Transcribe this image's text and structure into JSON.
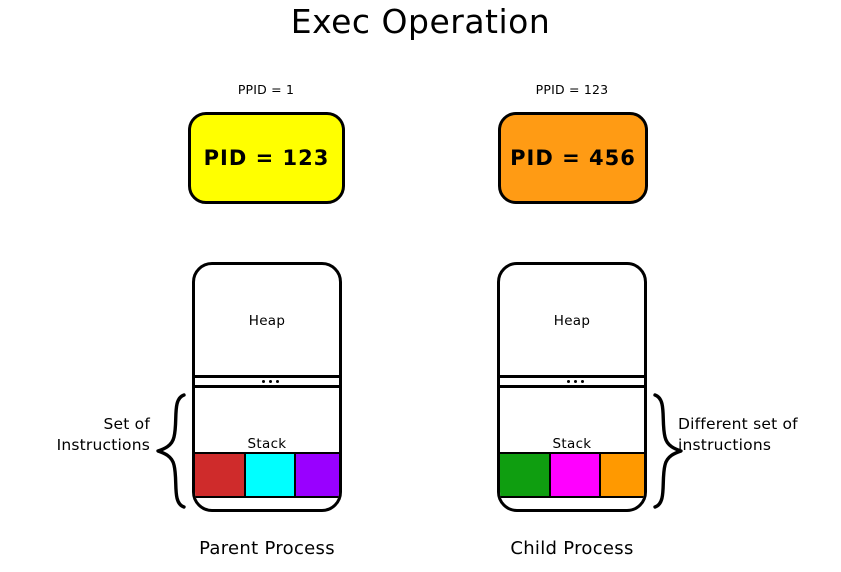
{
  "title": "Exec Operation",
  "colors": {
    "parent_pid_fill": "#ffff00",
    "child_pid_fill": "#ff9b14",
    "outline": "#000000",
    "background": "#ffffff"
  },
  "parent": {
    "ppid_label": "PPID = 1",
    "pid_label": "PID = 123",
    "heap_label": "Heap",
    "ellipsis": "...",
    "stack_label": "Stack",
    "caption": "Parent Process",
    "brace_caption_line1": "Set of",
    "brace_caption_line2": "Instructions",
    "instructions": [
      {
        "name": "instruction-block-1",
        "color": "#cf2b2b"
      },
      {
        "name": "instruction-block-2",
        "color": "#00ffff"
      },
      {
        "name": "instruction-block-3",
        "color": "#9900ff"
      }
    ]
  },
  "child": {
    "ppid_label": "PPID = 123",
    "pid_label": "PID = 456",
    "heap_label": "Heap",
    "ellipsis": "...",
    "stack_label": "Stack",
    "caption": "Child Process",
    "brace_caption_line1": "Different set of",
    "brace_caption_line2": "instructions",
    "instructions": [
      {
        "name": "instruction-block-1",
        "color": "#0f9e10"
      },
      {
        "name": "instruction-block-2",
        "color": "#ff00ff"
      },
      {
        "name": "instruction-block-3",
        "color": "#ff9900"
      }
    ]
  }
}
